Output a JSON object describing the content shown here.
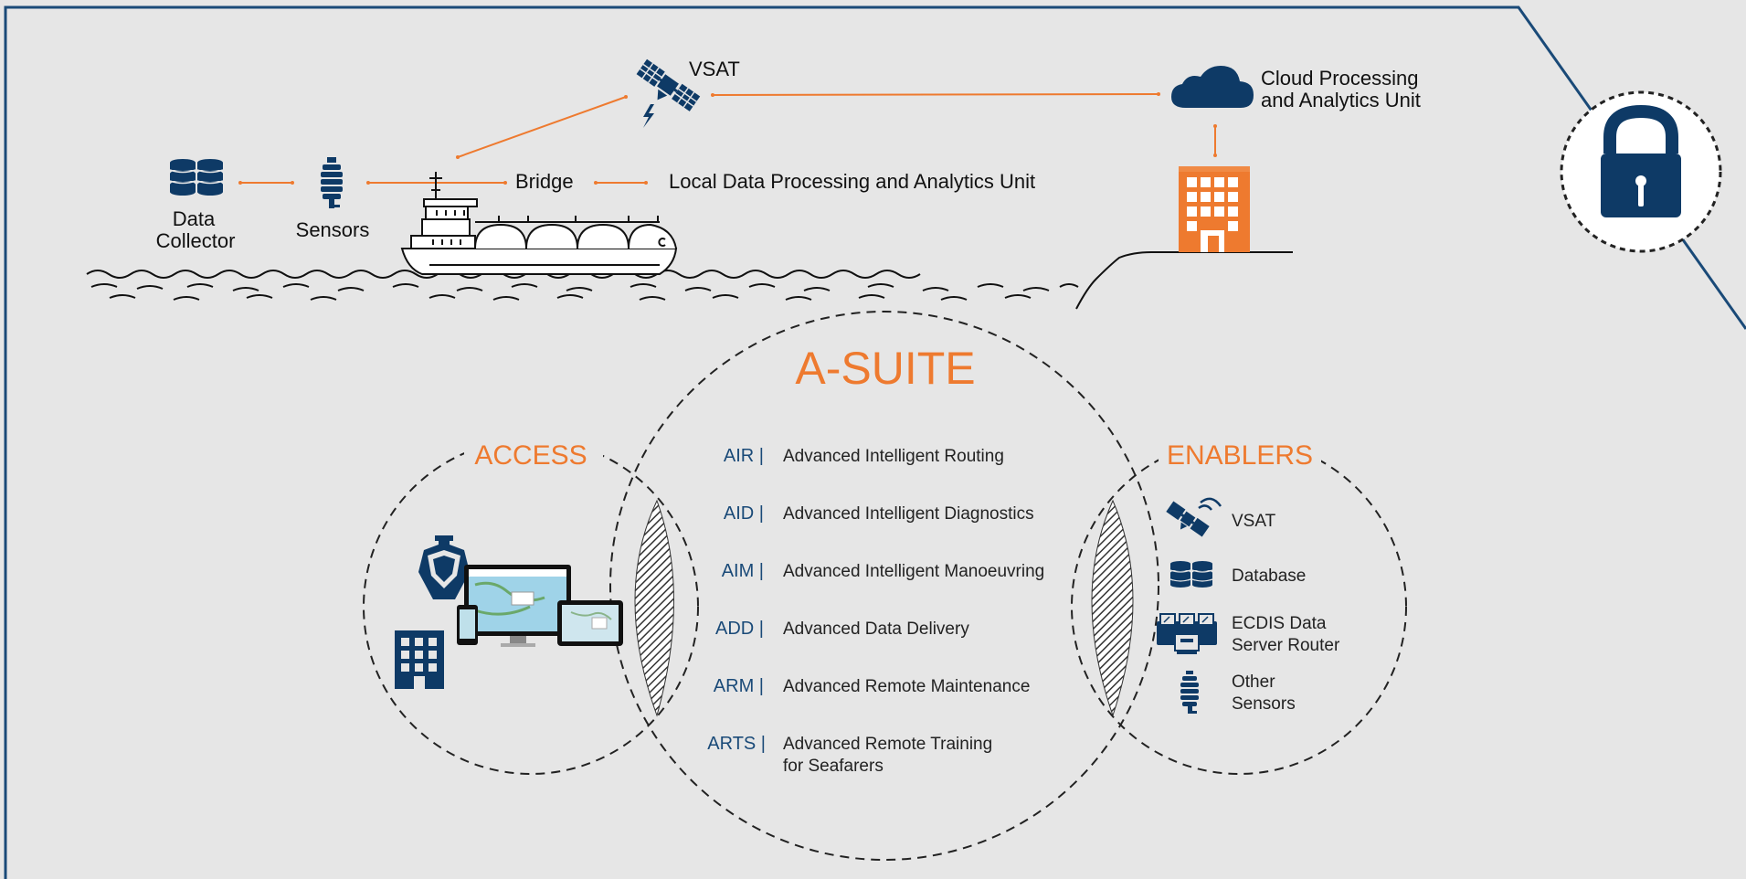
{
  "top": {
    "vsat": "VSAT",
    "cloud_line1": "Cloud Processing",
    "cloud_line2": "and Analytics Unit",
    "data_collector_line1": "Data",
    "data_collector_line2": "Collector",
    "sensors": "Sensors",
    "bridge": "Bridge",
    "local_unit": "Local Data Processing and Analytics Unit"
  },
  "suite": {
    "title": "A-SUITE",
    "items": [
      {
        "abbr": "AIR |",
        "line1": "Advanced Intelligent Routing",
        "line2": ""
      },
      {
        "abbr": "AID |",
        "line1": "Advanced Intelligent Diagnostics",
        "line2": ""
      },
      {
        "abbr": "AIM |",
        "line1": "Advanced Intelligent Manoeuvring",
        "line2": ""
      },
      {
        "abbr": "ADD |",
        "line1": "Advanced Data Delivery",
        "line2": ""
      },
      {
        "abbr": "ARM |",
        "line1": "Advanced Remote Maintenance",
        "line2": ""
      },
      {
        "abbr": "ARTS |",
        "line1": "Advanced Remote Training",
        "line2": "for Seafarers"
      }
    ]
  },
  "access": {
    "title": "ACCESS",
    "icons": [
      "ship-icon",
      "building-icon",
      "devices-icon"
    ]
  },
  "enablers": {
    "title": "ENABLERS",
    "items": [
      {
        "icon": "satellite-icon",
        "line1": "VSAT",
        "line2": ""
      },
      {
        "icon": "database-icon",
        "line1": "Database",
        "line2": ""
      },
      {
        "icon": "ecdis-router-icon",
        "line1": "ECDIS Data",
        "line2": "Server Router"
      },
      {
        "icon": "sensor-icon",
        "line1": "Other",
        "line2": "Sensors"
      }
    ]
  },
  "colors": {
    "accent_orange": "#ee7a2f",
    "navy": "#0e3a66",
    "background": "#e6e6e6"
  }
}
